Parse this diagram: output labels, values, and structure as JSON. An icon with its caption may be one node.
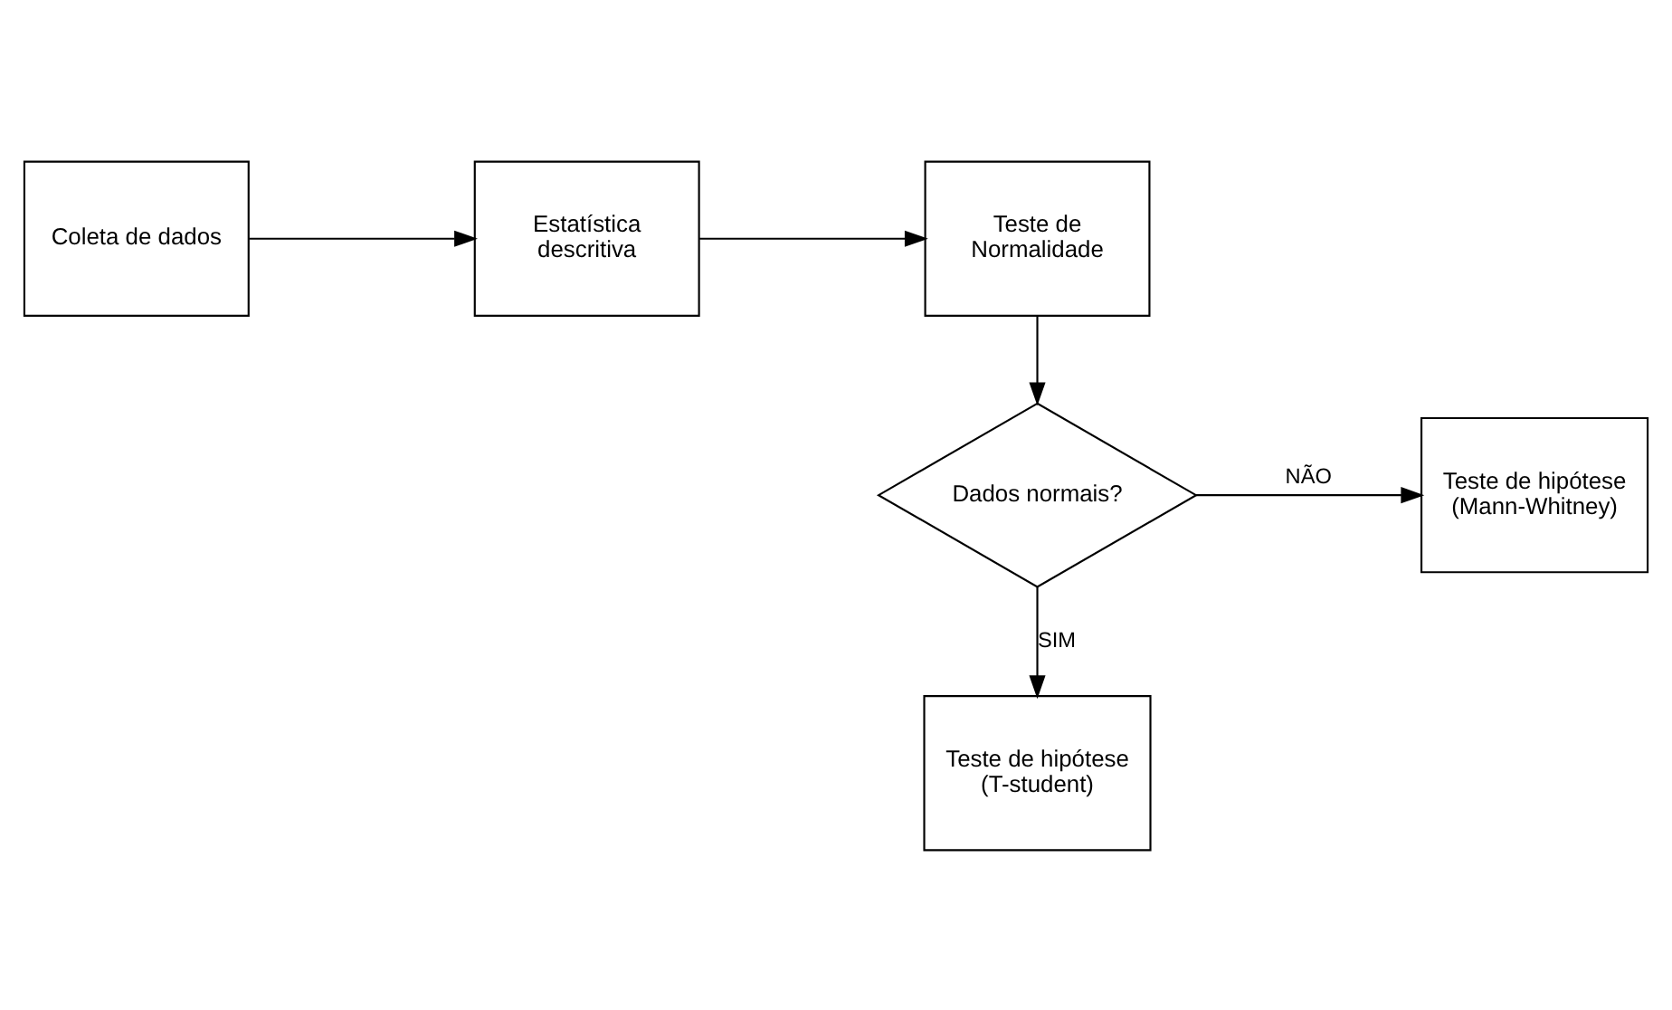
{
  "diagram": {
    "nodes": [
      {
        "text": [
          "Coleta de dados"
        ]
      },
      {
        "text": [
          "Estatística descritiva"
        ]
      },
      {
        "text": [
          "Teste de Normalidade"
        ]
      },
      {
        "text": [
          "Dados normais?"
        ]
      },
      {
        "text": [
          "Teste de hipótese (Mann-Whitney)"
        ]
      },
      {
        "text": [
          "Teste de hipótese (T-student)"
        ]
      }
    ],
    "edges": [
      {
        "from": 0,
        "to": 1,
        "arrow": "to"
      },
      {
        "from": 1,
        "to": 2,
        "arrow": "to"
      },
      {
        "from": 2,
        "to": 3,
        "arrow": "to"
      },
      {
        "from": 3,
        "to": 4,
        "label": "NÃO",
        "arrow": "to"
      },
      {
        "from": 3,
        "to": 5,
        "label": "SIM",
        "arrow": "to"
      }
    ]
  }
}
